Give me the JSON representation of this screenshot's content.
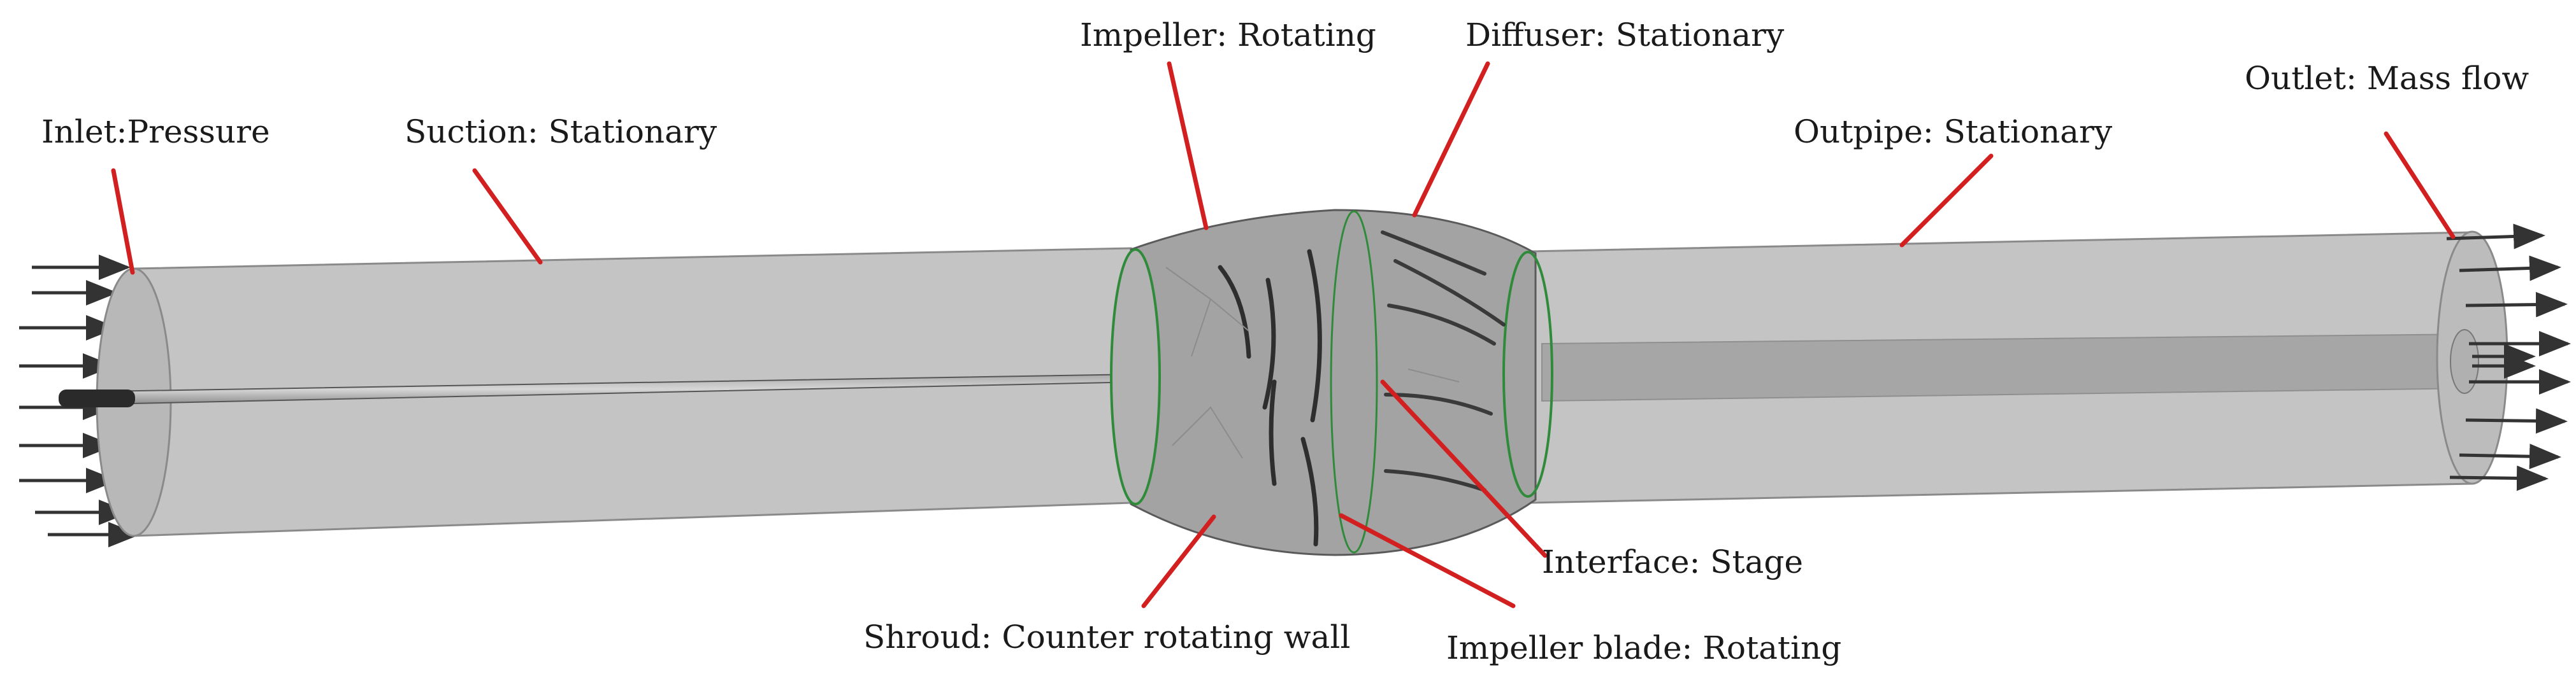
{
  "labels": {
    "inlet": "Inlet:Pressure",
    "suction": "Suction: Stationary",
    "impeller": "Impeller: Rotating",
    "diffuser": "Diffuser: Stationary",
    "outpipe": "Outpipe: Stationary",
    "outlet": "Outlet: Mass flow",
    "interface": "Interface: Stage",
    "shroud": "Shroud: Counter rotating wall",
    "impeller_blade": "Impeller blade: Rotating"
  },
  "colors": {
    "pipe_fill": "#c4c4c4",
    "pipe_edge": "#8a8a8a",
    "leader_line": "#d21f1f",
    "boundary_green": "#2f8a3a",
    "arrow": "#333333",
    "label_text": "#1a1a1a"
  }
}
